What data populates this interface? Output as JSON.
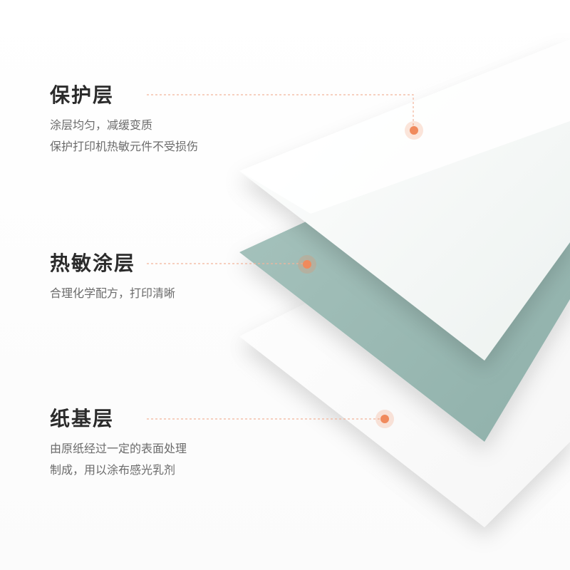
{
  "layers": [
    {
      "title": "保护层",
      "lines": [
        "涂层均匀，减缓变质",
        "保护打印机热敏元件不受损伤"
      ]
    },
    {
      "title": "热敏涂层",
      "lines": [
        "合理化学配方，打印清晰"
      ]
    },
    {
      "title": "纸基层",
      "lines": [
        "由原纸经过一定的表面处理",
        "制成，用以涂布感光乳剂"
      ]
    }
  ],
  "colors": {
    "accent": "#f08a5d",
    "callout_line": "#f2b49a",
    "thermal_layer": "#9fbcb6",
    "protective_layer": "#eef3f1",
    "base_layer": "#ffffff",
    "title_text": "#2b2b2b",
    "desc_text": "#6b6b6b"
  }
}
